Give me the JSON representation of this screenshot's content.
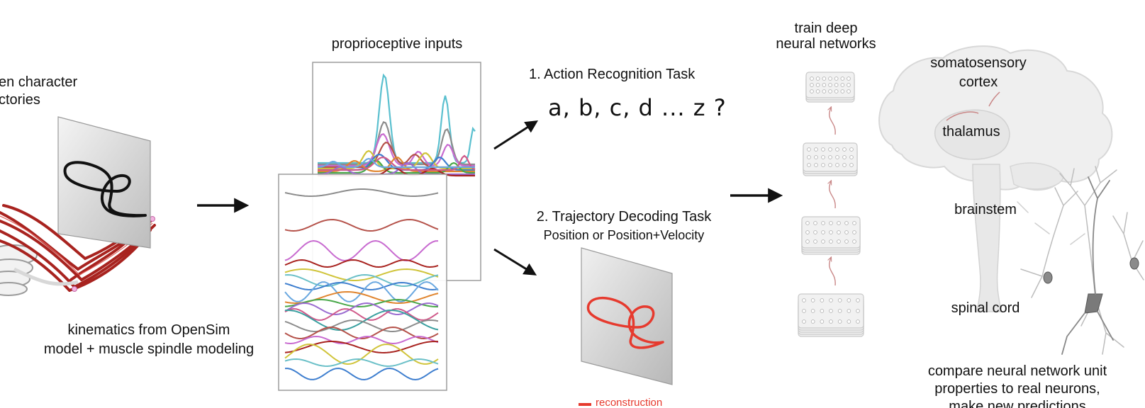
{
  "diagram": {
    "input_title_line1": "en character",
    "input_title_line2": "ctories",
    "kinematics_line1": "kinematics from OpenSim",
    "kinematics_line2": "model + muscle spindle modeling",
    "proprio_title": "proprioceptive inputs",
    "task1_title": "1. Action Recognition Task",
    "task1_letters": "a, b, c, d ... z ?",
    "task2_title": "2. Trajectory Decoding Task",
    "task2_subtitle": "Position or Position+Velocity",
    "legend_reconstruction": "reconstruction",
    "train_line1": "train deep",
    "train_line2": "neural networks",
    "brain_somato_line1": "somatosensory",
    "brain_somato_line2": "cortex",
    "brain_thalamus": "thalamus",
    "brain_brainstem": "brainstem",
    "brain_spinal": "spinal cord",
    "compare_line1": "compare neural network unit",
    "compare_line2": "properties to real neurons,",
    "compare_line3": "make new predictions",
    "colors": {
      "muscle_red": "#a8231f",
      "reconstruction_red": "#e63a2e",
      "panel_gray": "#cfcfcf",
      "brain_gray": "#eeeeee"
    },
    "icons": [
      "arm-model-icon",
      "network-layer-icon",
      "brain-icon",
      "neuron-icon",
      "arrow-icon"
    ]
  }
}
